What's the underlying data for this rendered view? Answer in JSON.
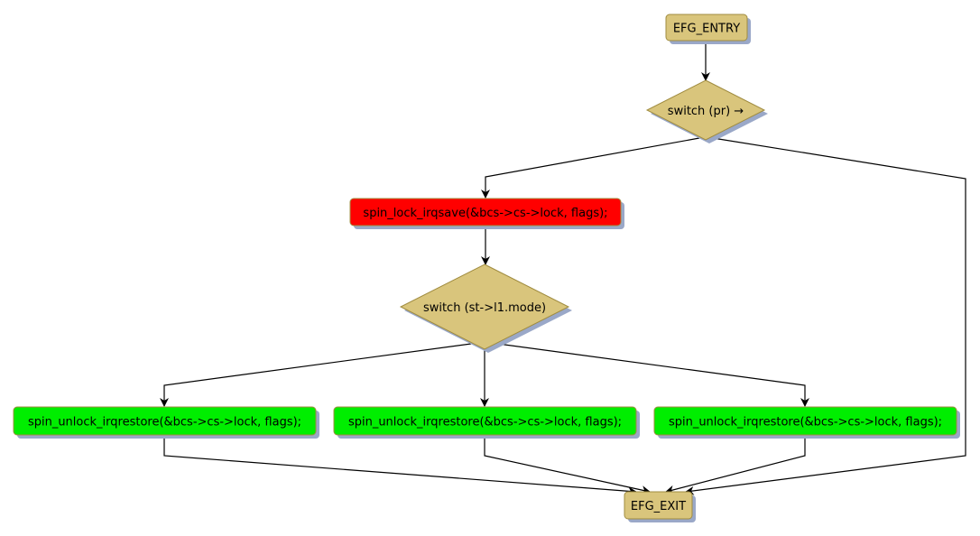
{
  "diagram": {
    "type": "control-flow-graph",
    "nodes": [
      {
        "id": "entry",
        "shape": "rounded-rect",
        "label": "EFG_ENTRY",
        "fill": "#d9c57c",
        "stroke": "#a08c40"
      },
      {
        "id": "switch_pr",
        "shape": "diamond",
        "label": "switch (pr) →",
        "fill": "#d9c57c",
        "stroke": "#a08c40"
      },
      {
        "id": "lock",
        "shape": "rounded-rect",
        "label": "spin_lock_irqsave(&bcs->cs->lock, flags);",
        "fill": "#ff0000",
        "stroke": "#a08c40"
      },
      {
        "id": "switch_mode",
        "shape": "diamond",
        "label": "switch (st->l1.mode)",
        "fill": "#d9c57c",
        "stroke": "#a08c40"
      },
      {
        "id": "unlock1",
        "shape": "rounded-rect",
        "label": "spin_unlock_irqrestore(&bcs->cs->lock, flags);",
        "fill": "#00ee00",
        "stroke": "#a08c40"
      },
      {
        "id": "unlock2",
        "shape": "rounded-rect",
        "label": "spin_unlock_irqrestore(&bcs->cs->lock, flags);",
        "fill": "#00ee00",
        "stroke": "#a08c40"
      },
      {
        "id": "unlock3",
        "shape": "rounded-rect",
        "label": "spin_unlock_irqrestore(&bcs->cs->lock, flags);",
        "fill": "#00ee00",
        "stroke": "#a08c40"
      },
      {
        "id": "exit",
        "shape": "rounded-rect",
        "label": "EFG_EXIT",
        "fill": "#d9c57c",
        "stroke": "#a08c40"
      }
    ],
    "edges": [
      {
        "from": "entry",
        "to": "switch_pr"
      },
      {
        "from": "switch_pr",
        "to": "lock"
      },
      {
        "from": "switch_pr",
        "to": "exit"
      },
      {
        "from": "lock",
        "to": "switch_mode"
      },
      {
        "from": "switch_mode",
        "to": "unlock1"
      },
      {
        "from": "switch_mode",
        "to": "unlock2"
      },
      {
        "from": "switch_mode",
        "to": "unlock3"
      },
      {
        "from": "unlock1",
        "to": "exit"
      },
      {
        "from": "unlock2",
        "to": "exit"
      },
      {
        "from": "unlock3",
        "to": "exit"
      }
    ],
    "colors": {
      "shadow": "#9aa8c8",
      "edge": "#000000"
    }
  }
}
